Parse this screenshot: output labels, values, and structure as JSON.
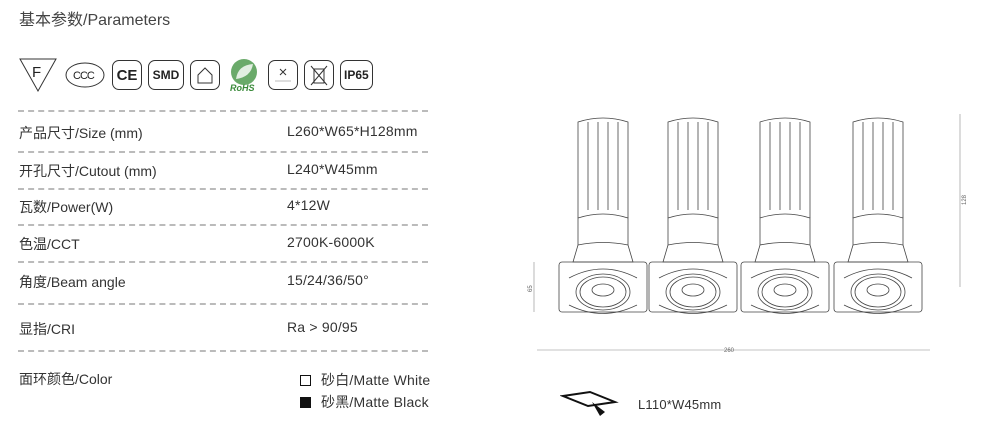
{
  "title": "基本参数/Parameters",
  "certifications": [
    {
      "name": "f-mark",
      "text": "F"
    },
    {
      "name": "ccc",
      "text": "CCC"
    },
    {
      "name": "ce",
      "text": "CE"
    },
    {
      "name": "smd",
      "text": "SMD"
    },
    {
      "name": "indoor",
      "text": ""
    },
    {
      "name": "rohs",
      "text": "RoHS"
    },
    {
      "name": "no-cover-insulation",
      "text": ""
    },
    {
      "name": "weee",
      "text": ""
    },
    {
      "name": "ip65",
      "text": "IP65"
    }
  ],
  "specs": [
    {
      "label": "产品尺寸/Size (mm)",
      "value": "L260*W65*H128mm"
    },
    {
      "label": "开孔尺寸/Cutout (mm)",
      "value": "L240*W45mm"
    },
    {
      "label": "瓦数/Power(W)",
      "value": "4*12W"
    },
    {
      "label": "色温/CCT",
      "value": "2700K-6000K"
    },
    {
      "label": "角度/Beam angle",
      "value": "15/24/36/50°"
    },
    {
      "label": "显指/CRI",
      "value": "Ra > 90/95"
    }
  ],
  "color": {
    "label": "面环颜色/Color",
    "options": [
      {
        "label": "砂白/Matte White",
        "swatch": "#ffffff"
      },
      {
        "label": "砂黑/Matte Black",
        "swatch": "#111111"
      }
    ]
  },
  "drawing": {
    "width_dim": "260",
    "height_dim": "65",
    "depth_dim": "128",
    "cutout": "L110*W45mm"
  }
}
